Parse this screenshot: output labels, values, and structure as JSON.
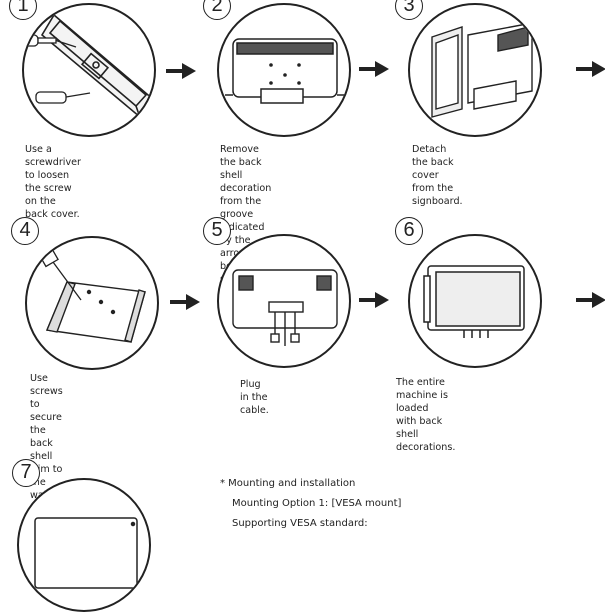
{
  "steps": [
    {
      "number": "1",
      "caption": "Use a screwdriver to loosen\nthe screw on the back cover."
    },
    {
      "number": "2",
      "caption": "Remove the back shell\ndecoration from the groove\nindicated by the arrows on both\nsides of the entire machine."
    },
    {
      "number": "3",
      "caption": "Detach the back cover\nfrom the signboard."
    },
    {
      "number": "4",
      "caption": "Use screws to secure the\nback shell trim to the wall."
    },
    {
      "number": "5",
      "caption": "Plug in the cable."
    },
    {
      "number": "6",
      "caption": "The entire machine is loaded\nwith back shell decorations."
    },
    {
      "number": "7",
      "caption": ""
    }
  ],
  "notes": {
    "heading": "*  Mounting and installation",
    "option": "Mounting Option 1: [VESA mount]",
    "standard": "Supporting VESA standard:"
  },
  "colors": {
    "line": "#222222",
    "background": "#ffffff"
  },
  "icons": [
    "right-arrow-icon",
    "screwdriver-icon",
    "screw-icon",
    "cable-plug-icon"
  ]
}
